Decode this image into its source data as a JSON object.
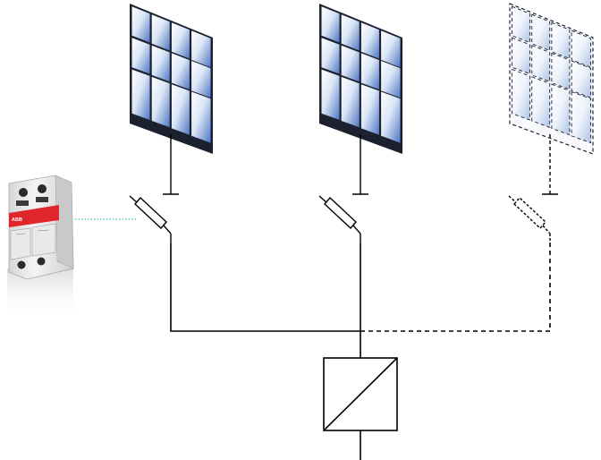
{
  "diagram": {
    "type": "pv-string-fuse-schematic",
    "components": [
      {
        "id": "pv-panel-1",
        "kind": "solar-panel",
        "grid": "3x4",
        "state": "installed"
      },
      {
        "id": "pv-panel-2",
        "kind": "solar-panel",
        "grid": "3x4",
        "state": "installed"
      },
      {
        "id": "pv-panel-3",
        "kind": "solar-panel",
        "grid": "3x4",
        "state": "optional"
      },
      {
        "id": "fuse-1",
        "kind": "fuse-disconnector",
        "state": "installed"
      },
      {
        "id": "fuse-2",
        "kind": "fuse-disconnector",
        "state": "installed"
      },
      {
        "id": "fuse-3",
        "kind": "fuse-disconnector",
        "state": "optional"
      },
      {
        "id": "inverter",
        "kind": "dc-ac-converter-box"
      },
      {
        "id": "fuse-holder-photo",
        "kind": "product-illustration",
        "brand_mark": "ABB"
      }
    ],
    "colors": {
      "line": "#000000",
      "panel_cell": "#4f78c4",
      "panel_cell_highlight": "#ffffff",
      "panel_frame": "#1c2130",
      "leader_line": "#1aa6a6",
      "brand_red": "#e0262b",
      "device_body": "#ececec"
    }
  }
}
